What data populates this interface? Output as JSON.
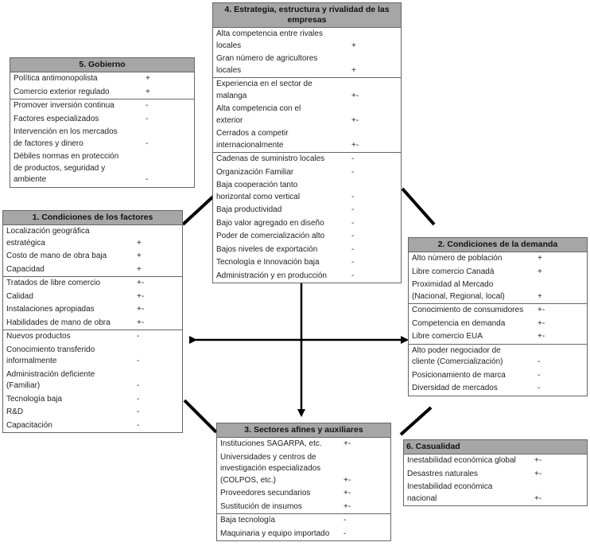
{
  "boxes": {
    "estrategia": {
      "title": "4. Estrategia, estructura y rivalidad de las\nempresas",
      "groups": [
        [
          {
            "label": "Alta competencia entre rivales\nlocales",
            "sign": "+"
          },
          {
            "label": "Gran número de agricultores\nlocales",
            "sign": "+"
          }
        ],
        [
          {
            "label": "Experiencia en el sector de\nmalanga",
            "sign": "+-"
          },
          {
            "label": "Alta competencia con el\nexterior",
            "sign": "+-"
          },
          {
            "label": "Cerrados a competir\ninternacionalmente",
            "sign": "+-"
          }
        ],
        [
          {
            "label": "Cadenas de suministro locales",
            "sign": "-"
          },
          {
            "label": "Organización Familiar",
            "sign": "-"
          },
          {
            "label": "Baja cooperación tanto\nhorizontal como vertical",
            "sign": "-"
          },
          {
            "label": "Baja productividad",
            "sign": "-"
          },
          {
            "label": "Bajo valor agregado en diseño",
            "sign": "-"
          },
          {
            "label": "Poder de comercialización alto",
            "sign": "-"
          },
          {
            "label": "Bajos niveles de exportación",
            "sign": "-"
          },
          {
            "label": "Tecnología e Innovación baja",
            "sign": "-"
          },
          {
            "label": "Administración y en producción",
            "sign": "-"
          }
        ]
      ]
    },
    "gobierno": {
      "title": "5. Gobierno",
      "groups": [
        [
          {
            "label": "Política antimonopolista",
            "sign": "+"
          },
          {
            "label": "Comercio exterior regulado",
            "sign": "+"
          }
        ],
        [
          {
            "label": "Promover inversión continua",
            "sign": "-"
          },
          {
            "label": "Factores especializados",
            "sign": "-"
          },
          {
            "label": "Intervención en los mercados\nde factores y dinero",
            "sign": "-"
          },
          {
            "label": "Débiles normas en protección\nde productos, seguridad y\nambiente",
            "sign": "-"
          }
        ]
      ]
    },
    "factores": {
      "title": "1. Condiciones de los factores",
      "groups": [
        [
          {
            "label": "Localización geográfica\nestratégica",
            "sign": "+"
          },
          {
            "label": "Costo de mano de obra baja",
            "sign": "+"
          },
          {
            "label": "Capacidad",
            "sign": "+"
          }
        ],
        [
          {
            "label": "Tratados de libre comercio",
            "sign": "+-"
          },
          {
            "label": "Calidad",
            "sign": "+-"
          },
          {
            "label": "Instalaciones apropiadas",
            "sign": "+-"
          },
          {
            "label": "Habilidades de mano de obra",
            "sign": "+-"
          }
        ],
        [
          {
            "label": "Nuevos productos",
            "sign": "-"
          },
          {
            "label": "Conocimiento transferido\ninformalmente",
            "sign": "-"
          },
          {
            "label": "Administración deficiente\n(Familiar)",
            "sign": "-"
          },
          {
            "label": "Tecnología baja",
            "sign": "-"
          },
          {
            "label": "R&D",
            "sign": "-"
          },
          {
            "label": "Capacitación",
            "sign": "-"
          }
        ]
      ]
    },
    "demanda": {
      "title": "2. Condiciones de la demanda",
      "groups": [
        [
          {
            "label": "Alto número de población",
            "sign": "+"
          },
          {
            "label": "Libre comercio Canadá",
            "sign": "+"
          },
          {
            "label": "Proximidad al Mercado\n(Nacional, Regional, local)",
            "sign": "+"
          }
        ],
        [
          {
            "label": "Conocimiento de consumidores",
            "sign": "+-"
          },
          {
            "label": "Competencia en demanda",
            "sign": "+-"
          },
          {
            "label": "Libre comercio EUA",
            "sign": "+-"
          }
        ],
        [
          {
            "label": "Alto poder negociador de\ncliente (Comercialización)",
            "sign": "-"
          },
          {
            "label": "Posicionamiento de marca",
            "sign": "-"
          },
          {
            "label": "Diversidad de mercados",
            "sign": "-"
          }
        ]
      ]
    },
    "sectores": {
      "title": "3. Sectores afines y auxiliares",
      "groups": [
        [
          {
            "label": "Instituciones SAGARPA, etc.",
            "sign": "+-"
          },
          {
            "label": "Universidades y centros de\ninvestigación especializados\n(COLPOS, etc.)",
            "sign": "+-"
          },
          {
            "label": "Proveedores secundarios",
            "sign": "+-"
          },
          {
            "label": "Sustitución de insumos",
            "sign": "+-"
          }
        ],
        [
          {
            "label": "Baja tecnología",
            "sign": "-"
          },
          {
            "label": "Maquinaria y equipo importado",
            "sign": "-"
          }
        ]
      ]
    },
    "casualidad": {
      "title": "6. Casualidad",
      "groups": [
        [
          {
            "label": "Inestabilidad económica global",
            "sign": "+-"
          },
          {
            "label": "Desastres naturales",
            "sign": "+-"
          },
          {
            "label": "Inestabilidad económica\nnacional",
            "sign": "+-"
          }
        ]
      ]
    }
  }
}
